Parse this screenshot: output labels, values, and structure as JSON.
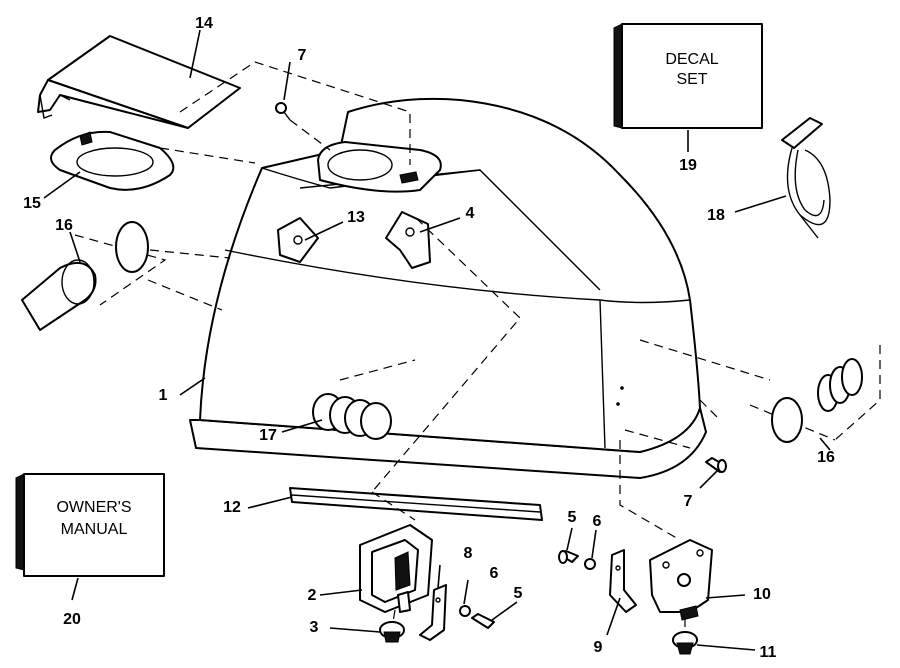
{
  "labels": {
    "l1": "1",
    "l2": "2",
    "l3": "3",
    "l4": "4",
    "l5a": "5",
    "l5b": "5",
    "l6a": "6",
    "l6b": "6",
    "l7a": "7",
    "l7b": "7",
    "l8": "8",
    "l9": "9",
    "l10": "10",
    "l11": "11",
    "l12": "12",
    "l13": "13",
    "l14": "14",
    "l15": "15",
    "l16a": "16",
    "l16b": "16",
    "l17": "17",
    "l18": "18",
    "l19": "19",
    "l20": "20"
  },
  "decal_box": {
    "line1": "DECAL",
    "line2": "SET"
  },
  "manual_box": {
    "line1": "OWNER'S",
    "line2": "MANUAL"
  }
}
